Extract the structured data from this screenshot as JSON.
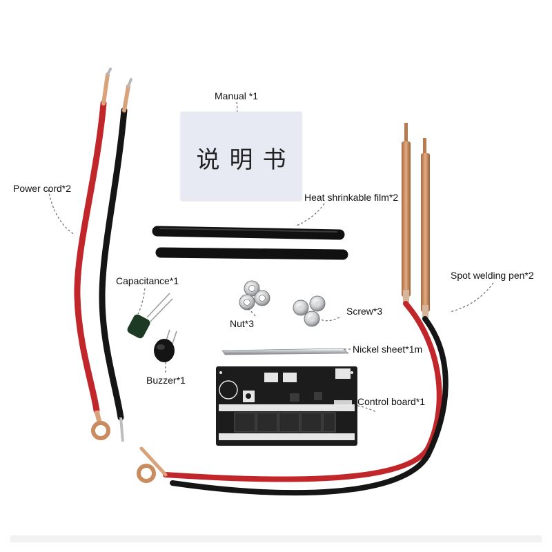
{
  "labels": {
    "manual": "Manual *1",
    "heat_film": "Heat shrinkable film*2",
    "power_cord": "Power cord*2",
    "capacitance": "Capacitance*1",
    "nut": "Nut*3",
    "screw": "Screw*3",
    "spot_pen": "Spot welding pen*2",
    "nickel": "Nickel sheet*1m",
    "buzzer": "Buzzer*1",
    "control_board": "Control board*1"
  },
  "manual_card": {
    "text": "说明书"
  },
  "colors": {
    "red_wire": "#c0262a",
    "black_wire": "#151515",
    "copper": "#c98b5f",
    "board": "#1c1c1c"
  }
}
